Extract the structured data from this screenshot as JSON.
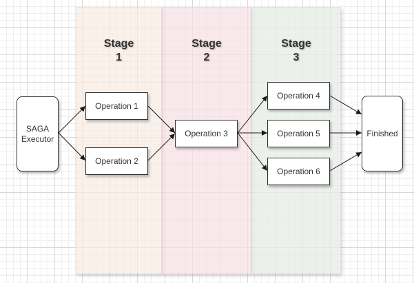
{
  "stages": [
    {
      "line1": "Stage",
      "line2": "1"
    },
    {
      "line1": "Stage",
      "line2": "2"
    },
    {
      "line1": "Stage",
      "line2": "3"
    }
  ],
  "nodes": {
    "executor": {
      "line1": "SAGA",
      "line2": "Executor"
    },
    "op1": "Operation 1",
    "op2": "Operation 2",
    "op3": "Operation 3",
    "op4": "Operation 4",
    "op5": "Operation 5",
    "op6": "Operation 6",
    "finished": "Finished"
  },
  "edges": [
    {
      "from": "SAGA Executor",
      "to": "Operation 1"
    },
    {
      "from": "SAGA Executor",
      "to": "Operation 2"
    },
    {
      "from": "Operation 1",
      "to": "Operation 3"
    },
    {
      "from": "Operation 2",
      "to": "Operation 3"
    },
    {
      "from": "Operation 3",
      "to": "Operation 4"
    },
    {
      "from": "Operation 3",
      "to": "Operation 5"
    },
    {
      "from": "Operation 3",
      "to": "Operation 6"
    },
    {
      "from": "Operation 4",
      "to": "Finished"
    },
    {
      "from": "Operation 5",
      "to": "Finished"
    },
    {
      "from": "Operation 6",
      "to": "Finished"
    }
  ],
  "colors": {
    "lane1": "#f6ebe1",
    "lane2": "#f7dfe4",
    "lane3": "#e6ece6",
    "stroke": "#333333"
  }
}
